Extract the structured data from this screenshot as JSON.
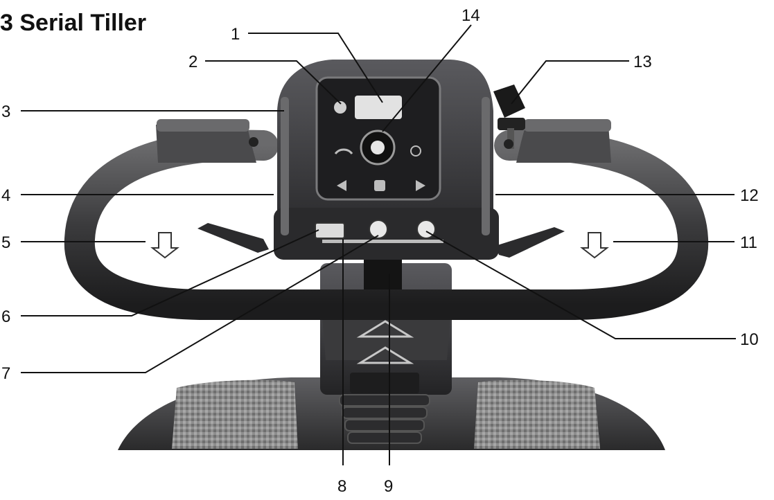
{
  "title": "3 Serial Tiller",
  "colors": {
    "ink": "#111111",
    "body_dark": "#2f2f31",
    "body_mid": "#4a4a4d",
    "panel": "#3a3a3c",
    "floor_mat": "#8b8b8b",
    "highlight": "#d8d8d8"
  },
  "callouts": [
    {
      "id": "1",
      "label": "1"
    },
    {
      "id": "2",
      "label": "2"
    },
    {
      "id": "3",
      "label": "3"
    },
    {
      "id": "4",
      "label": "4"
    },
    {
      "id": "5",
      "label": "5"
    },
    {
      "id": "6",
      "label": "6"
    },
    {
      "id": "7",
      "label": "7"
    },
    {
      "id": "8",
      "label": "8"
    },
    {
      "id": "9",
      "label": "9"
    },
    {
      "id": "10",
      "label": "10"
    },
    {
      "id": "11",
      "label": "11"
    },
    {
      "id": "12",
      "label": "12"
    },
    {
      "id": "13",
      "label": "13"
    },
    {
      "id": "14",
      "label": "14"
    }
  ]
}
